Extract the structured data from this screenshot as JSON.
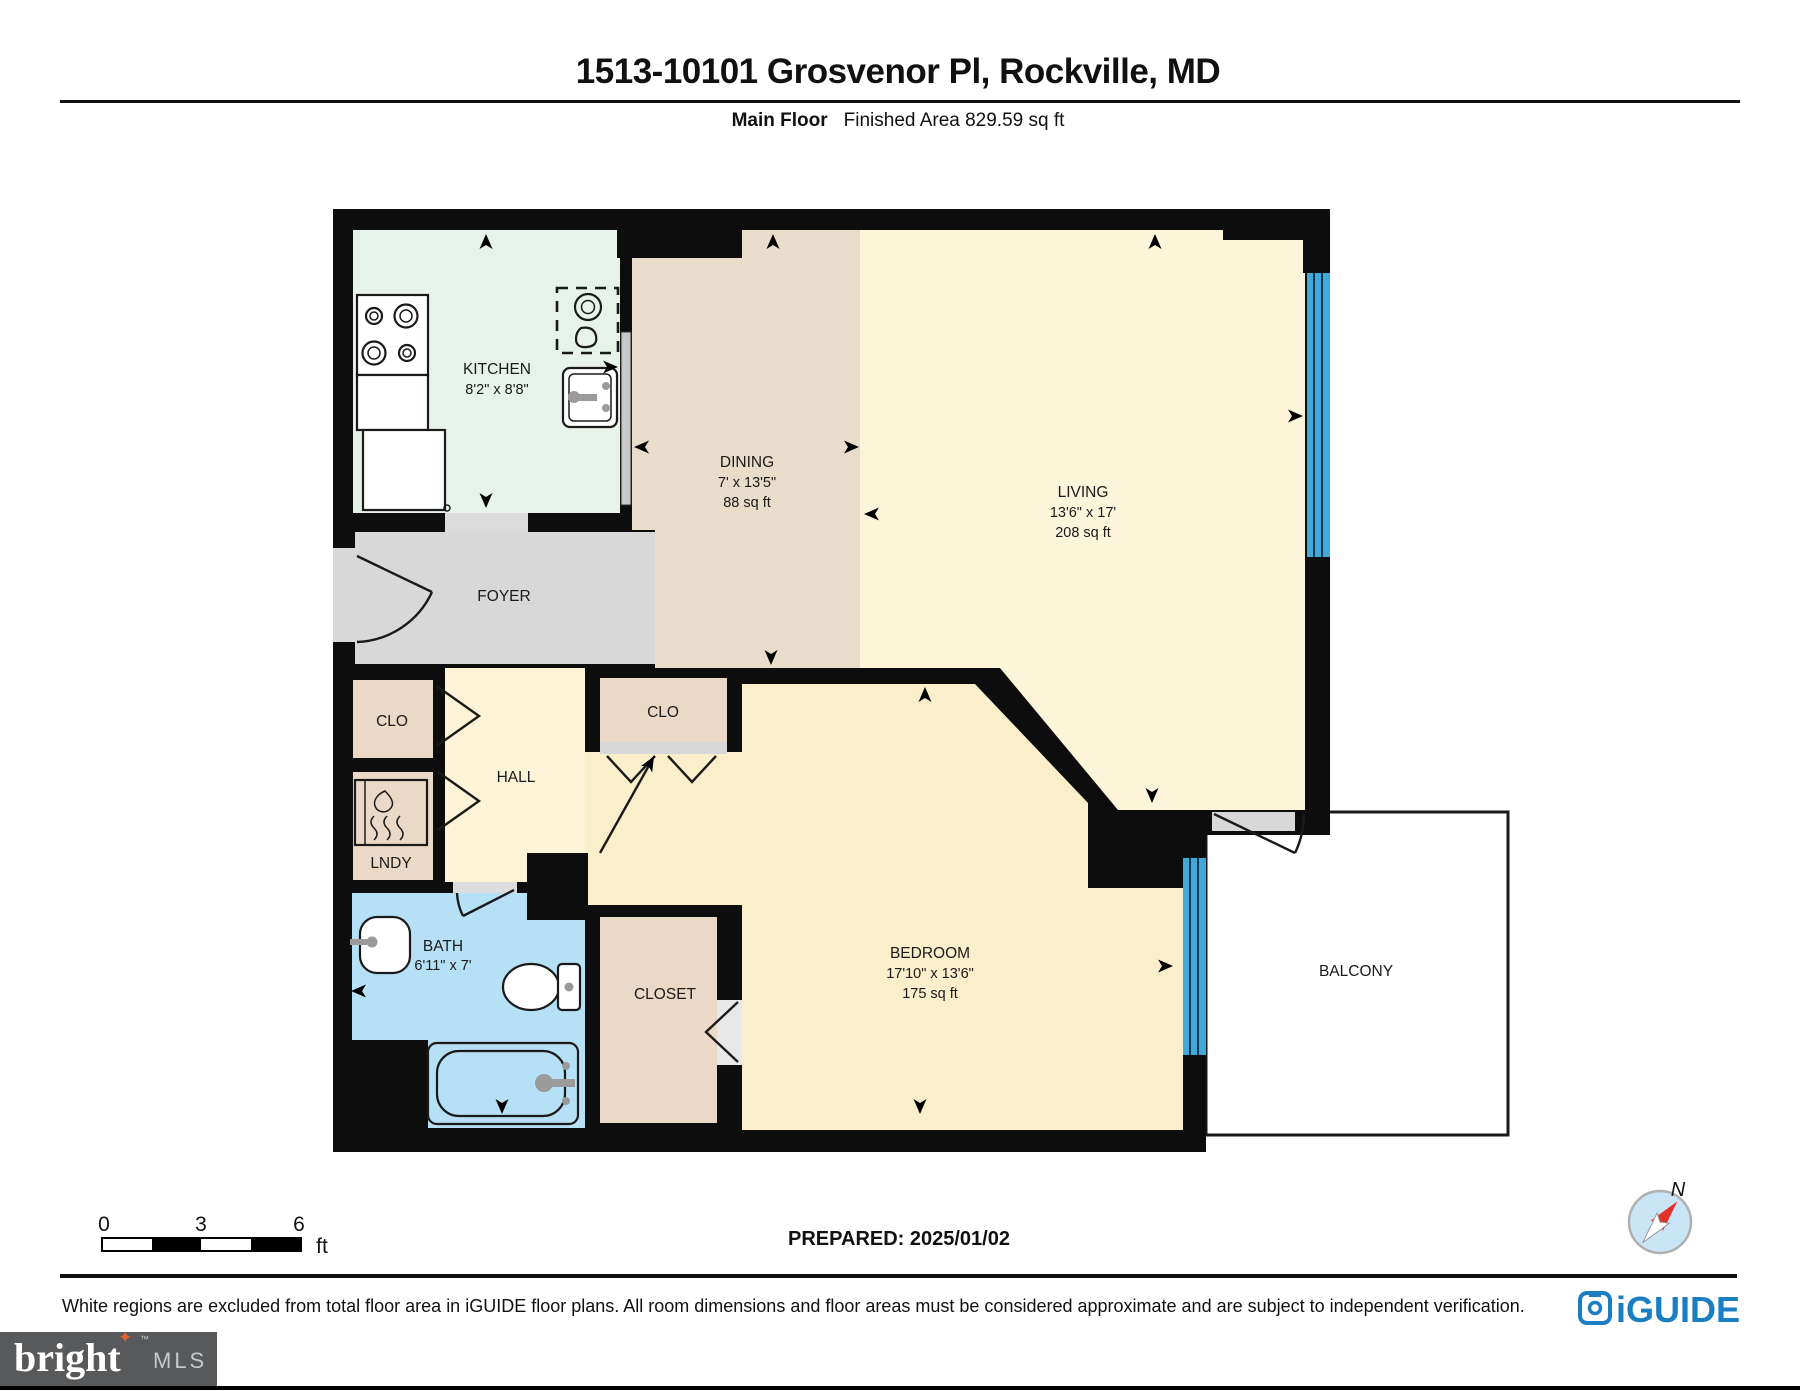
{
  "header": {
    "title": "1513-10101 Grosvenor Pl, Rockville, MD",
    "floor_label": "Main Floor",
    "area_label": "Finished Area 829.59 sq ft"
  },
  "rooms": [
    {
      "id": "kitchen",
      "name": "KITCHEN",
      "dims": "8'2\" x 8'8\""
    },
    {
      "id": "dining",
      "name": "DINING",
      "dims": "7' x 13'5\"",
      "area": "88 sq ft"
    },
    {
      "id": "living",
      "name": "LIVING",
      "dims": "13'6\" x 17'",
      "area": "208 sq ft"
    },
    {
      "id": "foyer",
      "name": "FOYER"
    },
    {
      "id": "hall-closet",
      "name": "CLO"
    },
    {
      "id": "laundry",
      "name": "LNDY"
    },
    {
      "id": "hall",
      "name": "HALL"
    },
    {
      "id": "bedroom-entry-closet",
      "name": "CLO"
    },
    {
      "id": "bath",
      "name": "BATH",
      "dims": "6'11\" x 7'"
    },
    {
      "id": "walkin-closet",
      "name": "CLOSET"
    },
    {
      "id": "bedroom",
      "name": "BEDROOM",
      "dims": "17'10\" x 13'6\"",
      "area": "175 sq ft"
    },
    {
      "id": "balcony",
      "name": "BALCONY"
    }
  ],
  "footer": {
    "prepared": "PREPARED: 2025/01/02",
    "disclaimer": "White regions are excluded from total floor area in iGUIDE floor plans. All room dimensions and floor areas must be considered approximate and are subject to independent verification.",
    "scale": {
      "t0": "0",
      "t3": "3",
      "t6": "6",
      "unit": "ft"
    },
    "compass_n": "N"
  },
  "logos": {
    "iguide": "iGUIDE",
    "bright": "bright",
    "mls": "MLS",
    "bright_tm": "™"
  },
  "colors": {
    "wall": "#0d0d0d",
    "kitchen": "#e7f2eb",
    "dining": "#e8dcca",
    "living": "#fcf5da",
    "hall": "#fdf4d7",
    "bedroom": "#fbeecb",
    "closet": "#e9d9c6",
    "bath": "#b6e0f6",
    "foyer": "#d8d8d8",
    "window_blue": "#41a8d7",
    "iguide_blue": "#1b7ec2",
    "bright_gray": "#58595b",
    "star_orange": "#e8622d",
    "compass_red": "#e23128"
  }
}
